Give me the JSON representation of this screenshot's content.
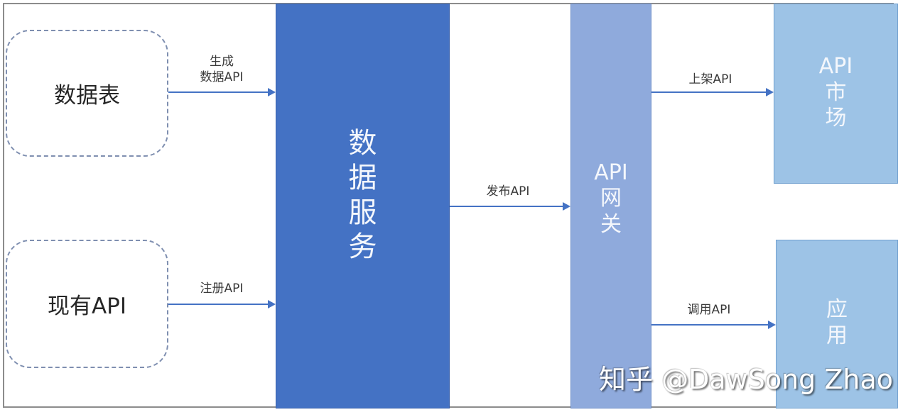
{
  "diagram": {
    "sources": [
      {
        "id": "data-table",
        "label": "数据表"
      },
      {
        "id": "existing-api",
        "label": "现有API"
      }
    ],
    "data_service": {
      "chars": [
        "数",
        "据",
        "服",
        "务"
      ]
    },
    "gateway": {
      "chars": [
        "API",
        "网",
        "关"
      ]
    },
    "api_market": {
      "chars": [
        "API",
        "市",
        "场"
      ]
    },
    "application": {
      "chars": [
        "应",
        "用"
      ]
    },
    "edges": [
      {
        "from": "数据表",
        "to": "数据服务",
        "label_lines": [
          "生成",
          "数据API"
        ]
      },
      {
        "from": "现有API",
        "to": "数据服务",
        "label_lines": [
          "注册API"
        ]
      },
      {
        "from": "数据服务",
        "to": "API网关",
        "label_lines": [
          "发布API"
        ]
      },
      {
        "from": "API网关",
        "to": "API市场",
        "label_lines": [
          "上架API"
        ]
      },
      {
        "from": "API网关",
        "to": "应用",
        "label_lines": [
          "调用API"
        ]
      }
    ],
    "colors": {
      "data_service": "#4472C4",
      "gateway": "#8FAADC",
      "market_app": "#9DC3E6",
      "arrow": "#4472C4",
      "dashed_border": "#7F8FB0"
    }
  },
  "watermark": "知乎 @DawSong Zhao"
}
